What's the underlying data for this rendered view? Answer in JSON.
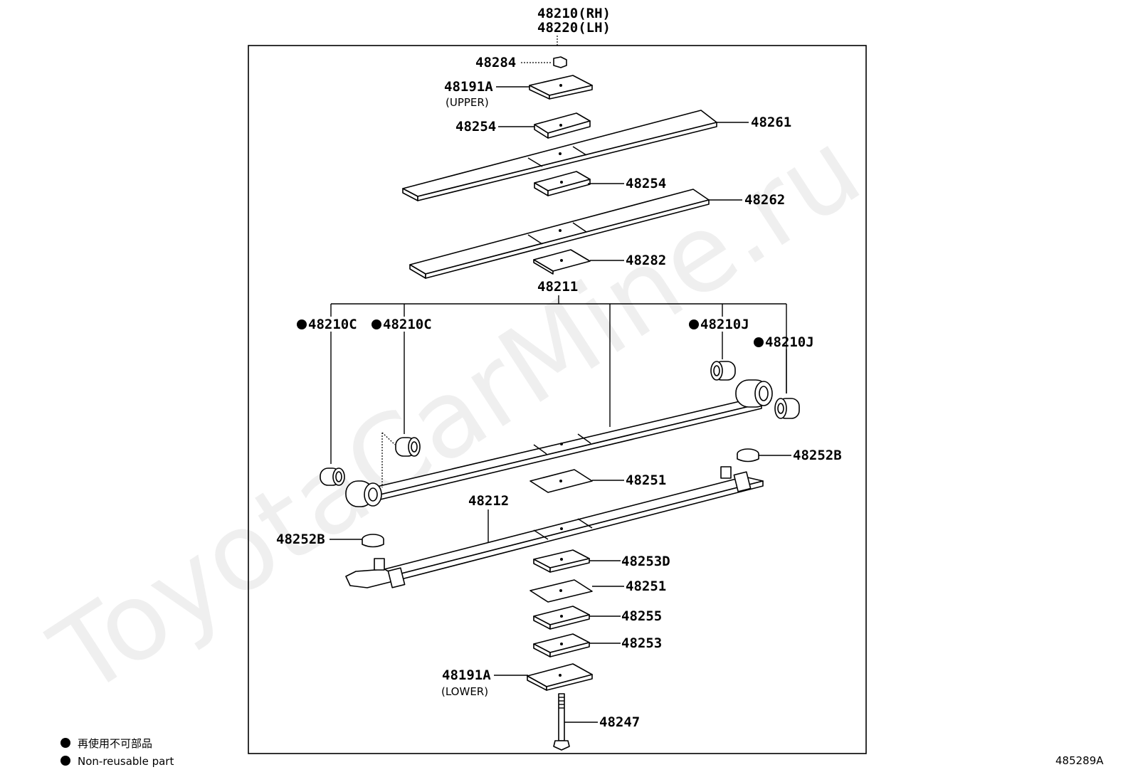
{
  "watermark": "ToyotaCarMine.ru",
  "assembly": {
    "rh": "48210(RH)",
    "lh": "48220(LH)"
  },
  "labels": {
    "p48284": "48284",
    "p48191a_upper": "48191A",
    "upper": "(UPPER)",
    "p48254_a": "48254",
    "p48261": "48261",
    "p48254_b": "48254",
    "p48262": "48262",
    "p48282": "48282",
    "p48211": "48211",
    "p48210c_a": "48210C",
    "p48210c_b": "48210C",
    "p48210j_a": "48210J",
    "p48210j_b": "48210J",
    "p48252b_a": "48252B",
    "p48251_a": "48251",
    "p48212": "48212",
    "p48252b_b": "48252B",
    "p48253d": "48253D",
    "p48251_b": "48251",
    "p48255": "48255",
    "p48253": "48253",
    "p48191a_lower": "48191A",
    "lower": "(LOWER)",
    "p48247": "48247"
  },
  "legend": {
    "jp": "再使用不可部品",
    "en": "Non-reusable part"
  },
  "illustration_code": "485289A"
}
